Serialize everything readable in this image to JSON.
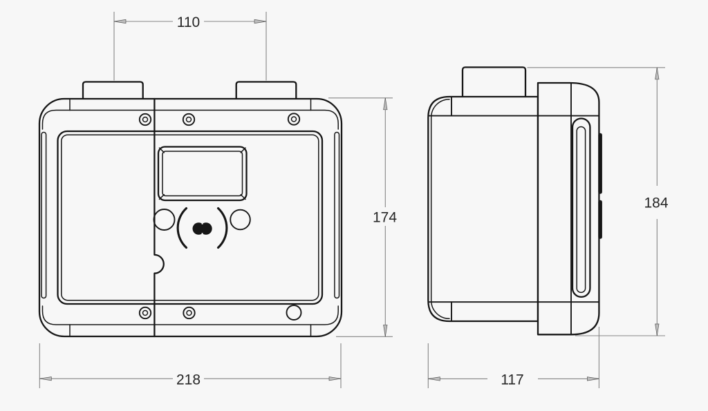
{
  "colors": {
    "background": "#f7f7f7",
    "line": "#161616",
    "dimension_line": "#858585",
    "text": "#262626"
  },
  "dimensions": {
    "pipe_spacing": "110",
    "front_height": "174",
    "front_width": "218",
    "side_height": "184",
    "side_depth": "117"
  }
}
